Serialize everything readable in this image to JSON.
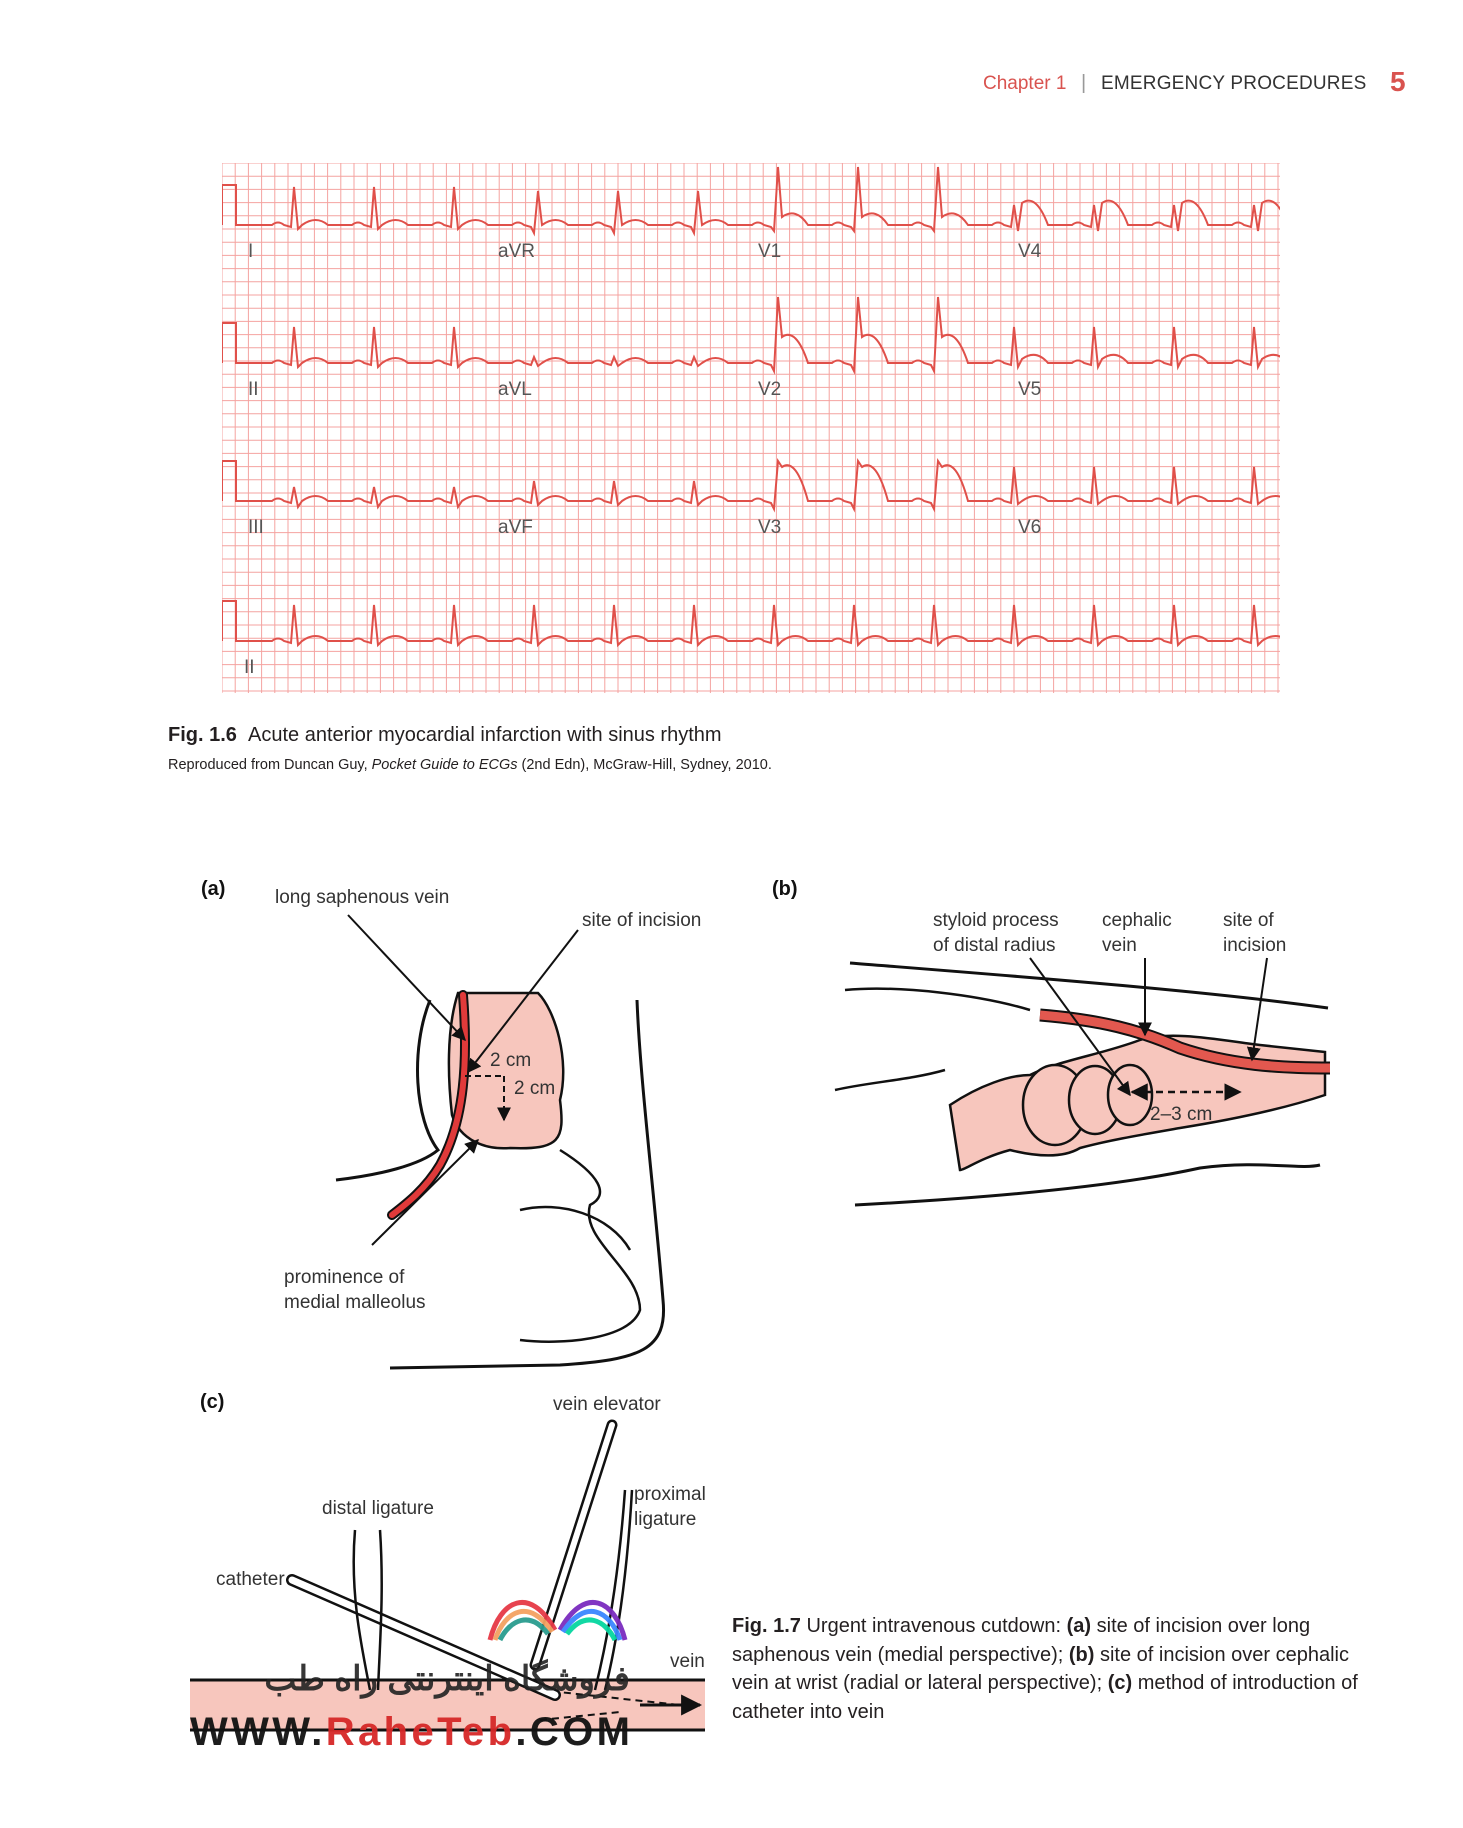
{
  "header": {
    "chapter": "Chapter 1",
    "separator": "|",
    "section": "EMERGENCY PROCEDURES",
    "page_number": "5"
  },
  "ecg": {
    "lead_labels": [
      "I",
      "aVR",
      "V1",
      "V4",
      "II",
      "aVL",
      "V2",
      "V5",
      "III",
      "aVF",
      "V3",
      "V6",
      "II"
    ],
    "grid_color": "#f4a3a0",
    "trace_color": "#e0504a"
  },
  "fig_1_6": {
    "label": "Fig. 1.6",
    "title": "Acute anterior myocardial infarction with sinus rhythm",
    "source_prefix": "Reproduced from Duncan Guy, ",
    "source_italic": "Pocket Guide to ECGs",
    "source_suffix": " (2nd Edn), McGraw-Hill, Sydney, 2010."
  },
  "panel_a": {
    "letter": "(a)",
    "long_saphenous_vein": "long saphenous vein",
    "site_of_incision": "site of incision",
    "dim1": "2 cm",
    "dim2": "2 cm",
    "prominence_l1": "prominence of",
    "prominence_l2": "medial malleolus"
  },
  "panel_b": {
    "letter": "(b)",
    "styloid_l1": "styloid process",
    "styloid_l2": "of distal radius",
    "cephalic_l1": "cephalic",
    "cephalic_l2": "vein",
    "site_l1": "site of",
    "site_l2": "incision",
    "dim": "2–3 cm"
  },
  "panel_c": {
    "letter": "(c)",
    "vein_elevator": "vein elevator",
    "proximal_l1": "proximal",
    "proximal_l2": "ligature",
    "distal_ligature": "distal ligature",
    "catheter": "catheter",
    "vein": "vein"
  },
  "watermark": {
    "persian": "فروشگاه اینترنتی راه طب",
    "url": "WWW.RaheTeb.COM"
  },
  "fig_1_7": {
    "label": "Fig. 1.7",
    "t1": " Urgent intravenous cutdown: ",
    "a": "(a)",
    "t2": " site of incision over long saphenous vein (medial perspective); ",
    "b": "(b)",
    "t3": " site of incision over cephalic vein at wrist (radial or lateral perspective); ",
    "c": "(c)",
    "t4": " method of introduction of catheter into vein"
  }
}
